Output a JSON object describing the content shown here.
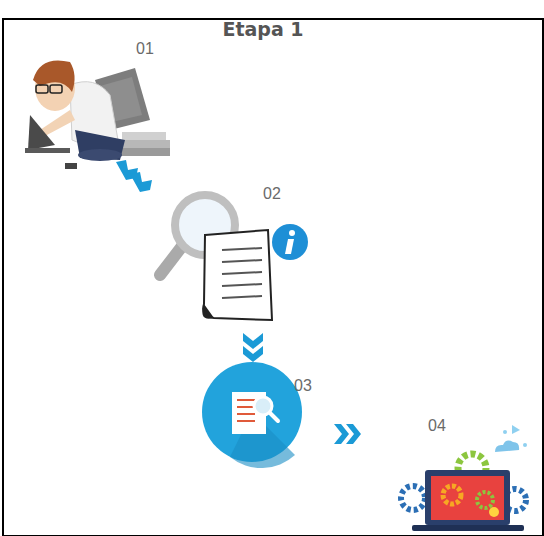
{
  "diagram": {
    "title": "Etapa 1",
    "labels": [
      "01",
      "02",
      "03",
      "04"
    ]
  }
}
